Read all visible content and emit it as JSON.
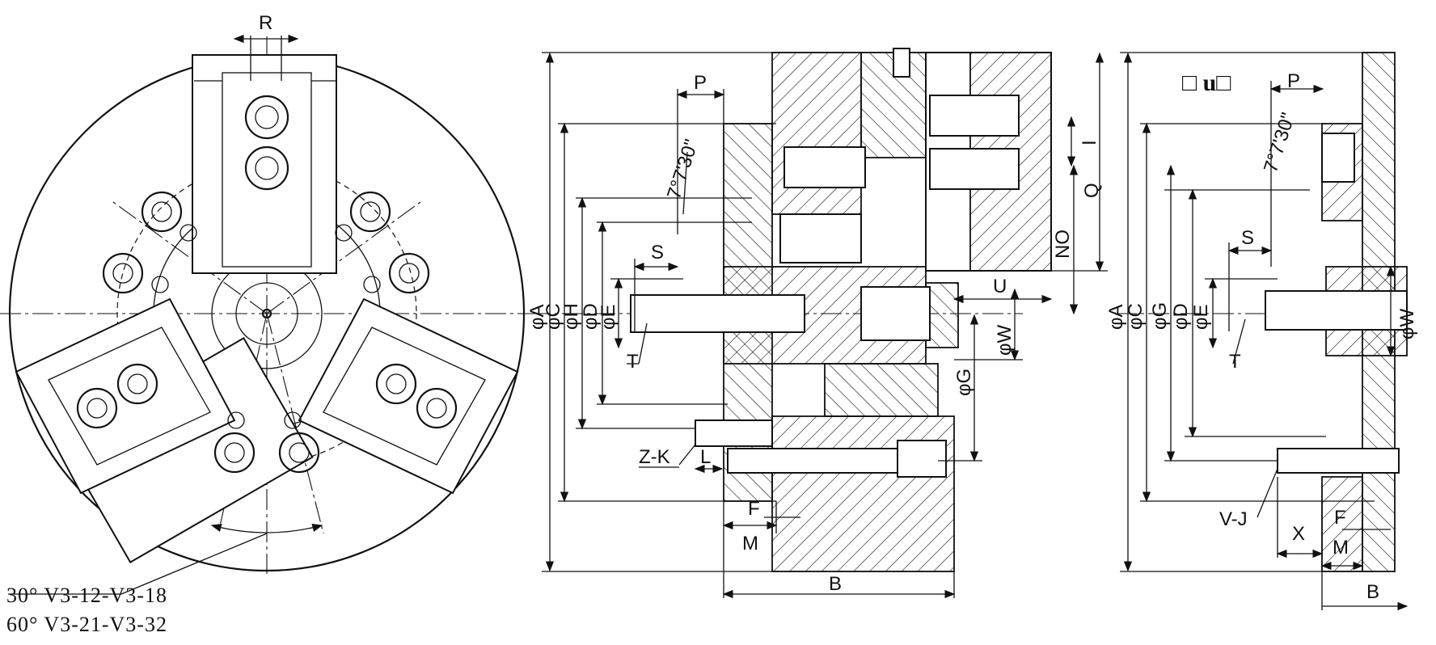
{
  "front_view": {
    "label_R": "R",
    "angle_note_1": "30° V3-12-V3-18",
    "angle_note_2": "60° V3-21-V3-32"
  },
  "section_view": {
    "label_P": "P",
    "label_angle": "7°7'30\"",
    "label_S": "S",
    "label_T": "T",
    "label_ZK": "Z-K",
    "label_L": "L",
    "label_F": "F",
    "label_M": "M",
    "label_B": "B",
    "label_I": "I",
    "label_Q": "Q",
    "label_NO": "NO",
    "label_U": "U",
    "label_W": "φW",
    "label_G": "φG",
    "label_A": "φA",
    "label_C": "φC",
    "label_H": "φH",
    "label_D": "φD",
    "label_E": "φE"
  },
  "variant_view": {
    "title": "□ u□",
    "label_P": "P",
    "label_angle": "7°7'30\"",
    "label_S": "S",
    "label_T": "T",
    "label_VJ": "V-J",
    "label_X": "X",
    "label_F": "F",
    "label_M": "M",
    "label_B": "B",
    "label_W": "φW",
    "label_A": "φA",
    "label_C": "φC",
    "label_G": "φG",
    "label_D": "φD",
    "label_E": "φE"
  }
}
